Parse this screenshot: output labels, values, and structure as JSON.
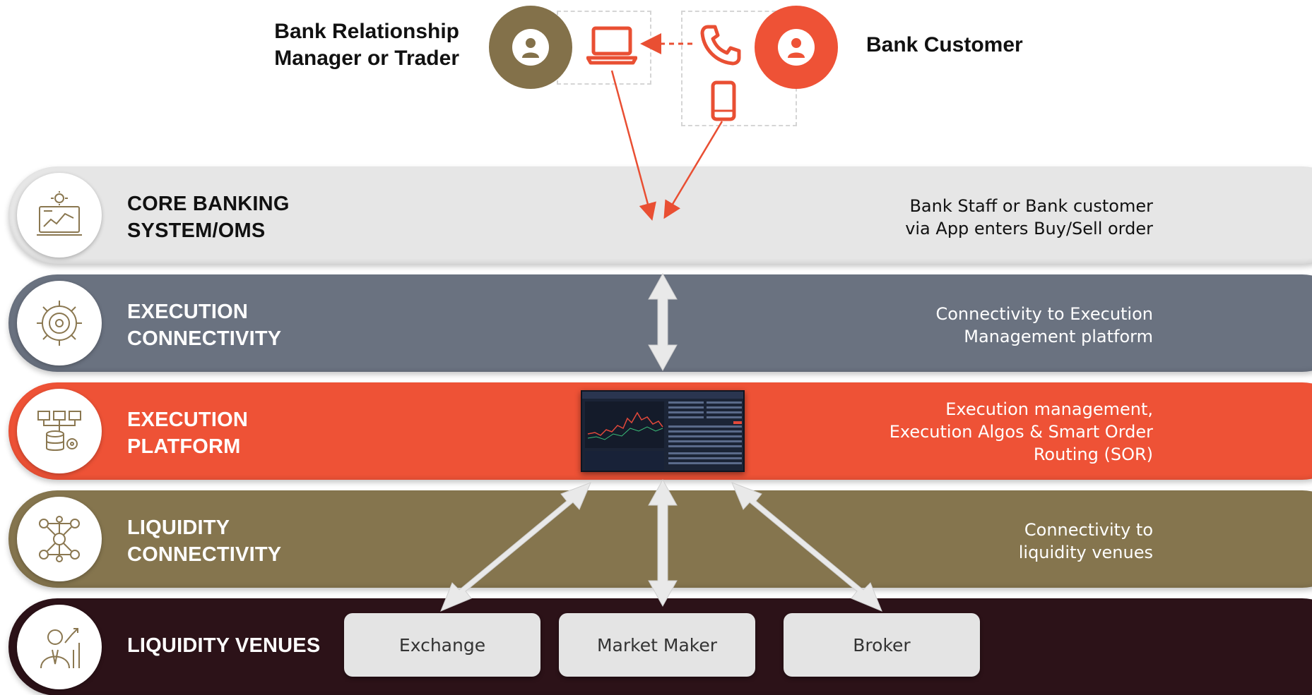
{
  "people": {
    "manager_line1": "Bank Relationship",
    "manager_line2": "Manager or Trader",
    "customer": "Bank Customer"
  },
  "layers": [
    {
      "title_line1": "CORE BANKING",
      "title_line2": "SYSTEM/OMS",
      "desc_line1": "Bank Staff or Bank customer",
      "desc_line2": "via App enters Buy/Sell order",
      "desc_line3": "",
      "color": "#e6e6e6",
      "text_color": "#111111",
      "icon": "analytics-monitor-icon"
    },
    {
      "title_line1": "EXECUTION",
      "title_line2": "CONNECTIVITY",
      "desc_line1": "Connectivity to Execution",
      "desc_line2": "Management platform",
      "desc_line3": "",
      "color": "#6a7280",
      "text_color": "#ffffff",
      "icon": "gear-connectivity-icon"
    },
    {
      "title_line1": "EXECUTION",
      "title_line2": "PLATFORM",
      "desc_line1": "Execution management,",
      "desc_line2": "Execution Algos & Smart Order",
      "desc_line3": "Routing (SOR)",
      "color": "#ee5236",
      "text_color": "#ffffff",
      "icon": "server-database-icon"
    },
    {
      "title_line1": "LIQUIDITY",
      "title_line2": "CONNECTIVITY",
      "desc_line1": "Connectivity to",
      "desc_line2": "liquidity venues",
      "desc_line3": "",
      "color": "#85754e",
      "text_color": "#ffffff",
      "icon": "network-nodes-icon"
    },
    {
      "title_line1": "LIQUIDITY VENUES",
      "title_line2": "",
      "desc_line1": "",
      "desc_line2": "",
      "desc_line3": "",
      "color": "#2c1218",
      "text_color": "#ffffff",
      "icon": "businessman-growth-icon"
    }
  ],
  "venues": [
    "Exchange",
    "Market Maker",
    "Broker"
  ],
  "colors": {
    "manager_avatar": "#83714a",
    "customer_avatar": "#ee5236",
    "arrow_red": "#e94f33",
    "arrow_light": "#e8e8e8"
  }
}
